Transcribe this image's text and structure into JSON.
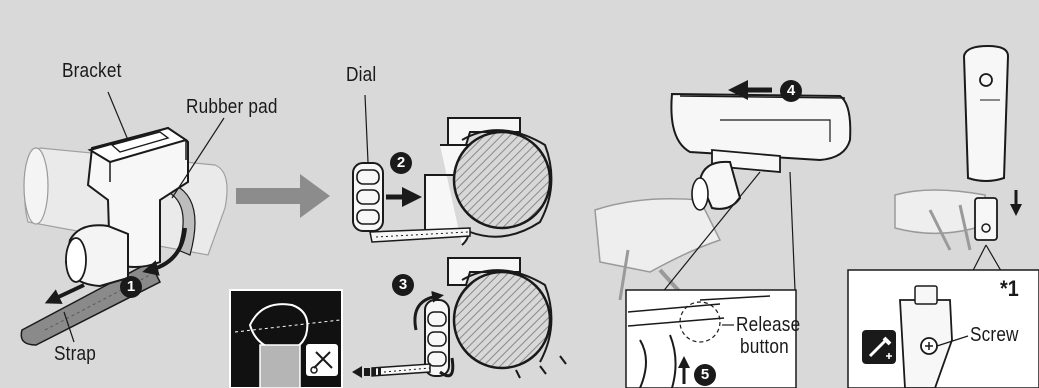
{
  "labels": {
    "bracket": "Bracket",
    "rubber_pad": "Rubber pad",
    "strap": "Strap",
    "dial": "Dial",
    "release_line1": "Release",
    "release_line2": "button",
    "screw": "Screw",
    "note_mark": "*1"
  },
  "steps": [
    "1",
    "2",
    "3",
    "4",
    "5"
  ],
  "colors": {
    "background": "#d9d9d9",
    "panel_bg": "#ffffff",
    "line": "#1a1a1a",
    "ghost": "#9a9a9a",
    "big_arrow": "#8c8c8c",
    "hatch": "#a0a0a0",
    "dark_panel": "#111111"
  },
  "icons": [
    "tool-icon",
    "scissors-icon",
    "screwdriver-icon"
  ]
}
